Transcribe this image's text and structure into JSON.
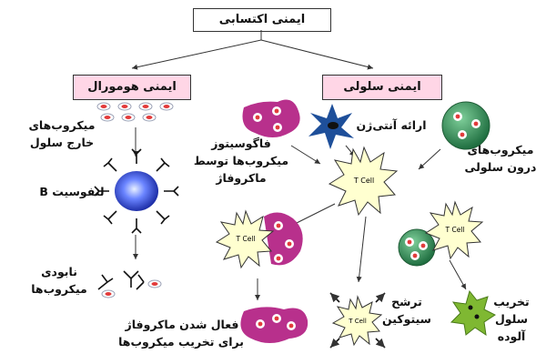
{
  "title": "ایمنی اکتسابی",
  "branches": {
    "humoral": "ایمنی هومورال",
    "cellular": "ایمنی سلولی"
  },
  "labels": {
    "extracellular_microbes": "میکروب‌های\nخارج سلول",
    "b_lymphocyte": "لنفوسیت B",
    "neutralize_microbes": "نابودی\nمیکروب‌ها",
    "antigen_presentation": "ارائه آنتی‌ژن",
    "phagocytosis": "فاگوسیتوز\nمیکروب‌ها توسط\nماکروفاژ",
    "intracellular_microbes": "میکروب‌های\nدرون سلولی",
    "macrophage_activation": "فعال شدن ماکروفاژ\nبرای تخریب میکروب‌ها",
    "cytokine_secretion": "ترشح\nسیتوکین",
    "infected_cell_destruction": "تخریب\nسلول\nآلوده"
  },
  "cell_labels": {
    "t_cell": "T Cell",
    "b_cell": "B"
  },
  "colors": {
    "branch_box": "#ffd6e6",
    "t_cell_fill": "#ffffd0",
    "macrophage": "#b8308c",
    "dendritic": "#1e4f9a",
    "infected_cell": "#2e8b57",
    "destroyed_cell": "#7fb832",
    "b_cell_core": "#2a3eb8"
  }
}
